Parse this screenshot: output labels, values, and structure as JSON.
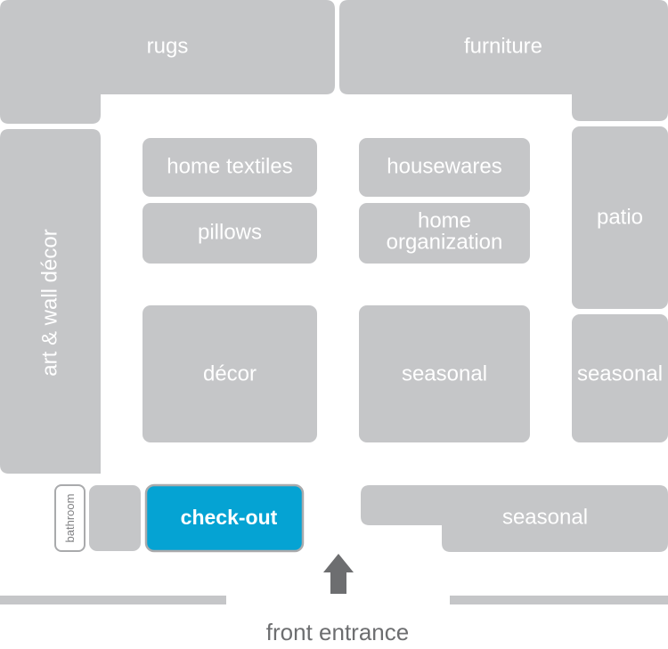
{
  "map": {
    "departments": {
      "rugs": "rugs",
      "furniture": "furniture",
      "art_wall_decor": "art & wall décor",
      "home_textiles": "home textiles",
      "housewares": "housewares",
      "pillows": "pillows",
      "home_organization_line1": "home",
      "home_organization_line2": "organization",
      "patio": "patio",
      "decor": "décor",
      "seasonal_center": "seasonal",
      "seasonal_right": "seasonal",
      "seasonal_bottom": "seasonal"
    },
    "checkout": "check-out",
    "bathroom": "bathroom",
    "entrance": "front entrance"
  },
  "colors": {
    "department_fill": "#c5c6c8",
    "checkout_fill": "#05a3d3",
    "label_text": "#ffffff",
    "entrance_text": "#6d6e70"
  },
  "icons": {
    "entrance_arrow": "up-arrow-icon"
  }
}
